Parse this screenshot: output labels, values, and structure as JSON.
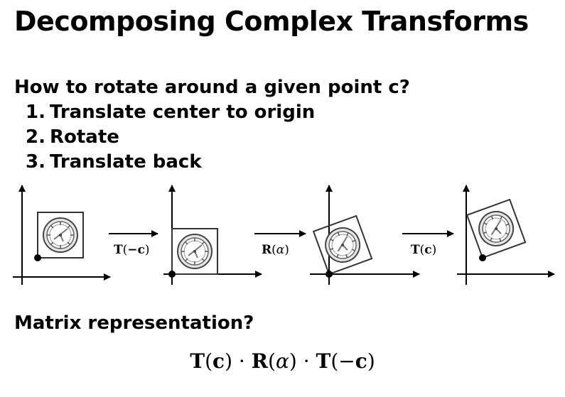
{
  "title": "Decomposing Complex Transforms",
  "question": "How to rotate around a given point c?",
  "steps": [
    {
      "num": "1.",
      "text": "Translate center to origin"
    },
    {
      "num": "2.",
      "text": "Rotate"
    },
    {
      "num": "3.",
      "text": "Translate back"
    }
  ],
  "diagram": {
    "arrows": [
      {
        "op": "T",
        "arg": "−c"
      },
      {
        "op": "R",
        "arg": "α"
      },
      {
        "op": "T",
        "arg": "c"
      }
    ]
  },
  "matrix_question": "Matrix representation?",
  "formula": {
    "parts": [
      "T",
      "(c)",
      " · ",
      "R",
      "(α)",
      " · ",
      "T",
      "(−c)"
    ]
  }
}
